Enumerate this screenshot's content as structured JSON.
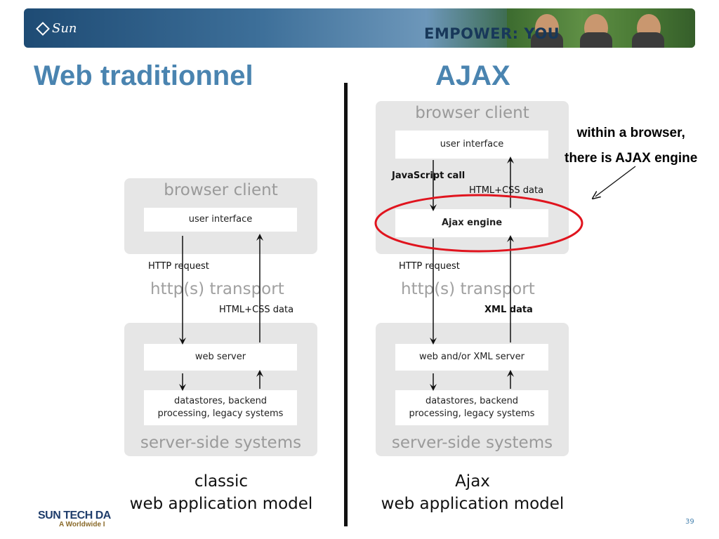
{
  "header": {
    "logo_text": "Sun",
    "tagline": "EMPOWER: YOU"
  },
  "titles": {
    "left": "Web traditionnel",
    "right": "AJAX"
  },
  "classic": {
    "browser_client": "browser client",
    "user_interface": "user interface",
    "http_request": "HTTP request",
    "transport": "http(s) transport",
    "html_css_data": "HTML+CSS data",
    "web_server": "web server",
    "datastores_l1": "datastores, backend",
    "datastores_l2": "processing, legacy systems",
    "server_side": "server-side systems",
    "caption_l1": "classic",
    "caption_l2": "web application model"
  },
  "ajax": {
    "browser_client": "browser client",
    "user_interface": "user interface",
    "javascript_call": "JavaScript call",
    "html_css_data": "HTML+CSS data",
    "ajax_engine": "Ajax engine",
    "http_request": "HTTP request",
    "transport": "http(s) transport",
    "xml_data": "XML data",
    "web_server": "web and/or XML server",
    "datastores_l1": "datastores, backend",
    "datastores_l2": "processing, legacy systems",
    "server_side": "server-side systems",
    "caption_l1": "Ajax",
    "caption_l2": "web application model"
  },
  "annotation": {
    "line1": "within a browser,",
    "line2": "there is AJAX engine"
  },
  "footer": {
    "logo_line1": "SUN TECH DA",
    "logo_line2": "A Worldwide I",
    "page_number": "39"
  },
  "colors": {
    "title_blue": "#4a84b0",
    "highlight_red": "#e0141e"
  }
}
